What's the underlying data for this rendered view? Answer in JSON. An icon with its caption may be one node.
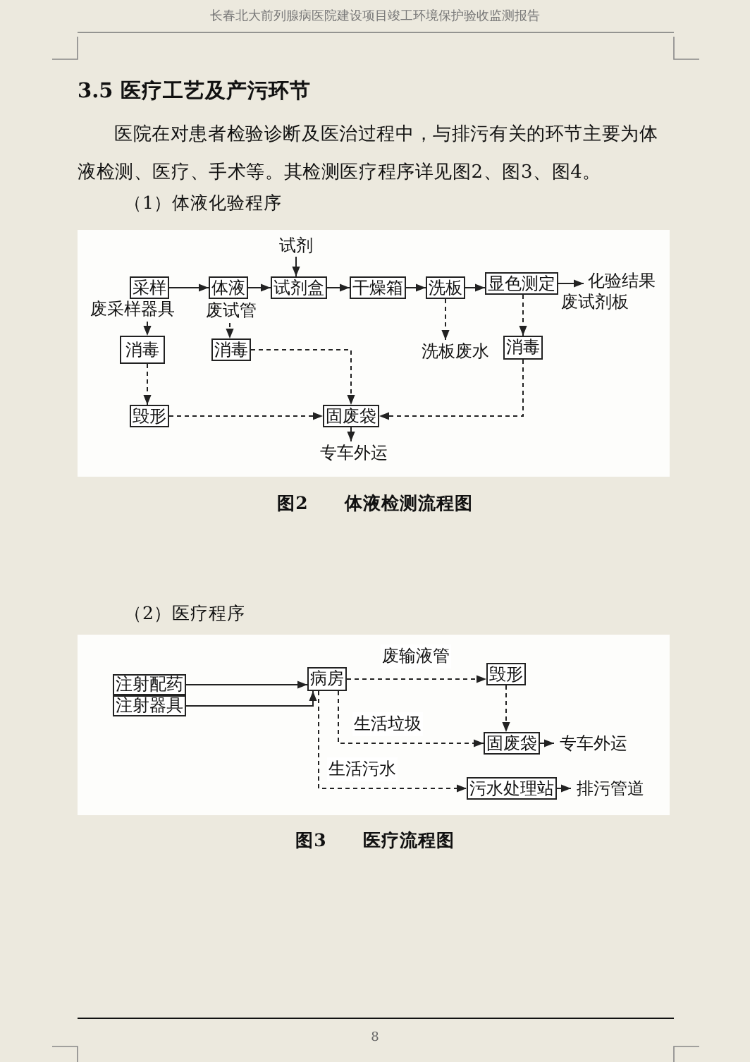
{
  "diagram": {
    "title": "3.5 医疗工艺及产污环节",
    "nodes": [
      {
        "text": [
          "采样"
        ],
        "beside": [
          "废采样器具"
        ]
      },
      {
        "text": [
          "体液"
        ],
        "beside": [
          "废试管"
        ]
      },
      {
        "text": [
          "试剂"
        ]
      },
      {
        "text": [
          "试剂盒"
        ]
      },
      {
        "text": [
          "干燥箱"
        ]
      },
      {
        "text": [
          "洗板"
        ]
      },
      {
        "text": [
          "显色测定"
        ]
      },
      {
        "text": [
          "化验结果"
        ]
      },
      {
        "text": [
          "洗板废水"
        ]
      },
      {
        "text": [
          "消毒"
        ]
      },
      {
        "text": [
          "消毒"
        ]
      },
      {
        "text": [
          "消毒"
        ]
      },
      {
        "text": [
          "毁形"
        ]
      },
      {
        "text": [
          "固废袋"
        ]
      },
      {
        "text": [
          "专车外运"
        ]
      },
      {
        "text": [
          "注射配药"
        ]
      },
      {
        "text": [
          "注射器具"
        ]
      },
      {
        "text": [
          "病房"
        ]
      },
      {
        "text": [
          "毁形"
        ]
      },
      {
        "text": [
          "固废袋"
        ]
      },
      {
        "text": [
          "专车外运"
        ]
      },
      {
        "text": [
          "污水处理站"
        ]
      },
      {
        "text": [
          "排污管道"
        ]
      }
    ],
    "edges": [
      {
        "from": 0,
        "to": 1,
        "arrow": "to"
      },
      {
        "from": 1,
        "to": 3,
        "arrow": "to"
      },
      {
        "from": 2,
        "to": 3,
        "arrow": "to"
      },
      {
        "from": 3,
        "to": 4,
        "arrow": "to"
      },
      {
        "from": 4,
        "to": 5,
        "arrow": "to"
      },
      {
        "from": 5,
        "to": 6,
        "arrow": "to"
      },
      {
        "from": 6,
        "to": 7,
        "arrow": "to"
      },
      {
        "from": 5,
        "to": 8,
        "arrow": "to",
        "style": "dashed"
      },
      {
        "from": 0,
        "to": 9,
        "arrow": "to",
        "style": "dashed"
      },
      {
        "from": 1,
        "to": 10,
        "arrow": "to",
        "style": "dashed"
      },
      {
        "from": 6,
        "to": 11,
        "arrow": "to",
        "style": "dashed"
      },
      {
        "from": 9,
        "to": 12,
        "arrow": "to",
        "style": "dashed"
      },
      {
        "from": 12,
        "to": 13,
        "arrow": "to",
        "style": "dashed"
      },
      {
        "from": 10,
        "to": 13,
        "arrow": "to",
        "style": "dashed"
      },
      {
        "from": 11,
        "to": 13,
        "arrow": "to",
        "style": "dashed"
      },
      {
        "from": 13,
        "to": 14,
        "arrow": "to"
      },
      {
        "from": 15,
        "to": 17,
        "arrow": "to"
      },
      {
        "from": 16,
        "to": 17,
        "arrow": "to"
      },
      {
        "from": 17,
        "to": 18,
        "arrow": "to",
        "style": "dashed",
        "label": "废输液管"
      },
      {
        "from": 18,
        "to": 19,
        "arrow": "to",
        "style": "dashed"
      },
      {
        "from": 17,
        "to": 19,
        "arrow": "to",
        "style": "dashed",
        "label": "生活垃圾"
      },
      {
        "from": 17,
        "to": 21,
        "arrow": "to",
        "style": "dashed",
        "label": "生活污水"
      },
      {
        "from": 19,
        "to": 20,
        "arrow": "to"
      },
      {
        "from": 21,
        "to": 22,
        "arrow": "to"
      }
    ],
    "labels": [
      "长春北大前列腺病医院建设项目竣工环境保护验收监测报告",
      "医院在对患者检验诊断及医治过程中，与排污有关的环节主要为体液检测、医疗、手术等。其检测医疗程序详见图2、图3、图4。",
      "（1）体液化验程序",
      "废试剂板",
      "图2　　体液检测流程图",
      "（2）医疗程序",
      "图3　　医疗流程图",
      "8"
    ]
  }
}
